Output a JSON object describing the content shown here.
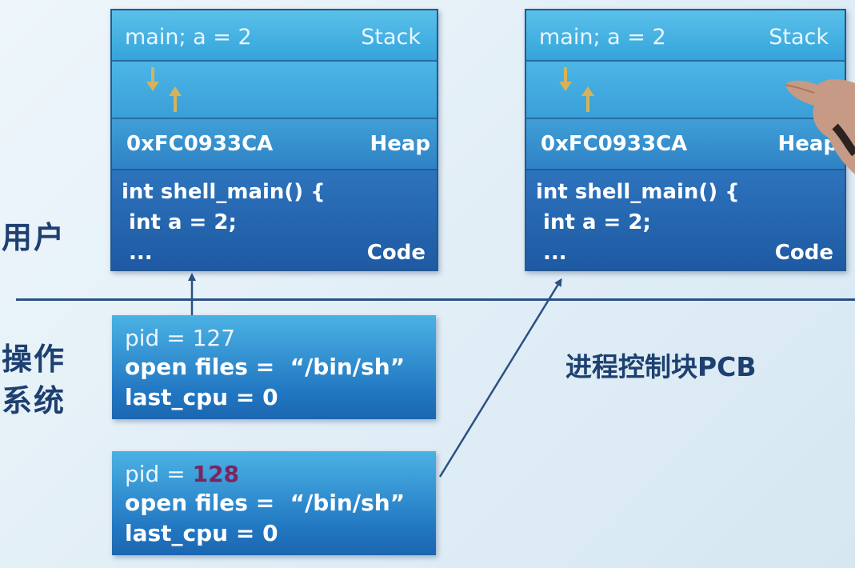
{
  "labels": {
    "user": "用户",
    "os_line1": "操作",
    "os_line2": "系统",
    "pcb_caption": "进程控制块PCB"
  },
  "memory_blocks": [
    {
      "stack_content": "main; a = 2",
      "stack_label": "Stack",
      "heap_content": "0xFC0933CA",
      "heap_label": "Heap",
      "code_line1": "int shell_main() {",
      "code_line2": " int a = 2;",
      "code_line3": " ...",
      "code_label": "Code"
    },
    {
      "stack_content": "main; a = 2",
      "stack_label": "Stack",
      "heap_content": "0xFC0933CA",
      "heap_label": "Heap",
      "code_line1": "int shell_main() {",
      "code_line2": " int a = 2;",
      "code_line3": " ...",
      "code_label": "Code"
    }
  ],
  "pcbs": [
    {
      "pid_prefix": "pid = ",
      "pid_value": "127",
      "open_files": "open files =  “/bin/sh”",
      "last_cpu": "last_cpu = 0"
    },
    {
      "pid_prefix": "pid = ",
      "pid_value": "128",
      "open_files": "open files =  “/bin/sh”",
      "last_cpu": "last_cpu = 0"
    }
  ],
  "colors": {
    "pid_highlight": "#7a2560",
    "stack_arrow": "#d4b35a",
    "line_color": "#2a5083"
  }
}
